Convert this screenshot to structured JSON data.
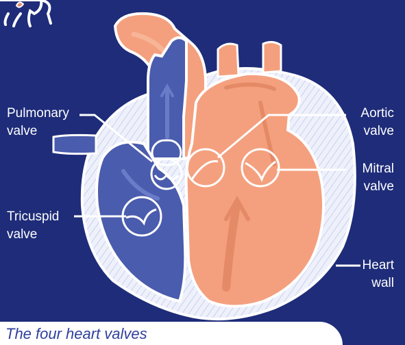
{
  "labels": {
    "pulmonary": {
      "line1": "Pulmonary",
      "line2": "valve"
    },
    "tricuspid": {
      "line1": "Tricuspid",
      "line2": "valve"
    },
    "aortic": {
      "line1": "Aortic",
      "line2": "valve"
    },
    "mitral": {
      "line1": "Mitral",
      "line2": "valve"
    },
    "heart_wall": {
      "line1": "Heart",
      "line2": "wall"
    }
  },
  "caption": "The four heart valves",
  "colors": {
    "background": "#1e2c79",
    "oxygenated": "#f4a07e",
    "deoxygenated": "#4a5cad",
    "outline": "#ffffff",
    "caption": "#2f3f9c"
  }
}
